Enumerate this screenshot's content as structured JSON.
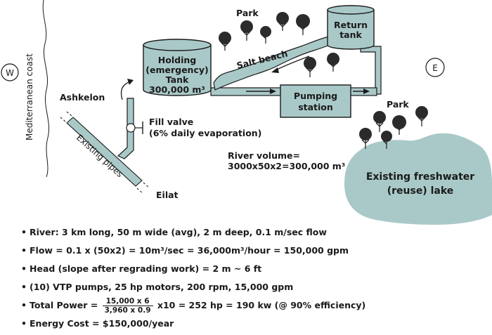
{
  "compass": {
    "west": "W",
    "east": "E"
  },
  "labels": {
    "coast": "Mediterranean coast",
    "ashkelon": "Ashkelon",
    "eilat": "Eilat",
    "existing_pipes": "Existing pipes",
    "park_top": "Park",
    "park_right": "Park",
    "return_tank": [
      "Return",
      "tank"
    ],
    "salt_beach": "Salt beach",
    "holding_tank": [
      "Holding",
      "(emergency)",
      "Tank",
      "300,000 m³"
    ],
    "pumping_station": [
      "Pumping",
      "station"
    ],
    "fill_valve": [
      "Fill valve",
      "(6% daily evaporation)"
    ],
    "river_volume": [
      "River volume=",
      "3000x50x2=300,000 m³"
    ],
    "lake": [
      "Existing freshwater",
      "(reuse) lake"
    ]
  },
  "notes": {
    "river": "River: 3 km long, 50 m wide (avg), 2 m deep, 0.1 m/sec flow",
    "flow": "Flow = 0.1 x (50x2) = 10m³/sec = 36,000m³/hour = 150,000 gpm",
    "head": "Head (slope after regrading work) = 2 m ~ 6 ft",
    "pumps": "(10) VTP pumps, 25 hp motors, 200 rpm, 15,000 gpm",
    "power_prefix": "Total Power =",
    "power_num": "15,000 x 6",
    "power_den": "3,960 x 0.9",
    "power_suffix": "x10 = 252 hp = 190 kw (@ 90% efficiency)",
    "energy": "Energy Cost = $150,000/year"
  }
}
